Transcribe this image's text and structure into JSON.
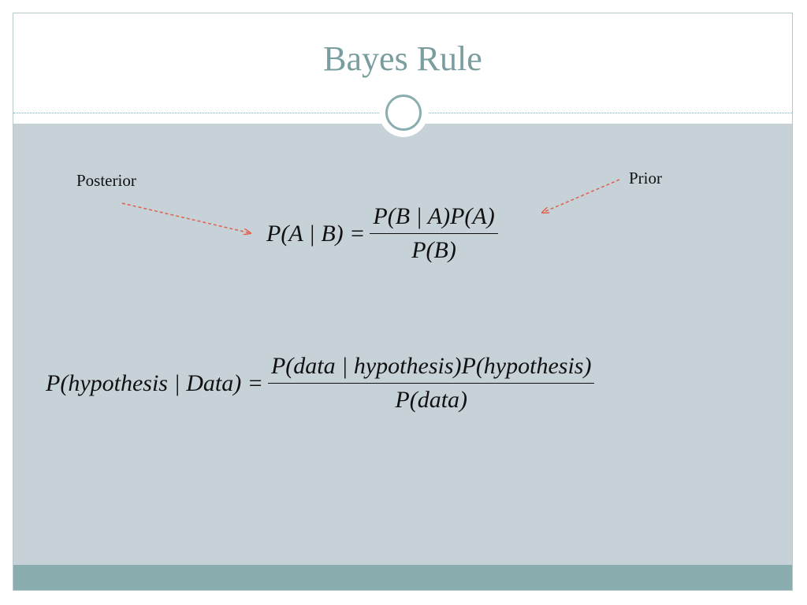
{
  "slide": {
    "title": "Bayes Rule",
    "labels": {
      "posterior": "Posterior",
      "prior": "Prior"
    },
    "formula1": {
      "lhs": "P(A | B) =",
      "numerator": "P(B | A)P(A)",
      "denominator": "P(B)"
    },
    "formula2": {
      "lhs": "P(hypothesis | Data) =",
      "numerator": "P(data | hypothesis)P(hypothesis)",
      "denominator": "P(data)"
    },
    "colors": {
      "title": "#7a9e9f",
      "content_background": "#c6d2d8",
      "footer": "#8aadaf",
      "arrow": "#e0604d"
    }
  }
}
